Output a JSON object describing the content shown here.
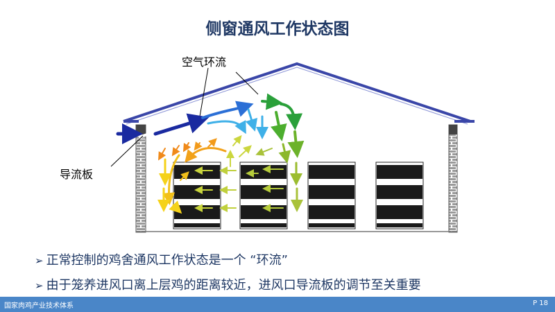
{
  "slide": {
    "title": "侧窗通风工作状态图",
    "callouts": {
      "airflow": "空气环流",
      "deflector": "导流板"
    },
    "bullets": [
      "正常控制的鸡舍通风工作状态是一个 “环流”",
      "由于笼养进风口离上层鸡的距离较近，进风口导流板的调节至关重要"
    ],
    "footer": {
      "org": "国家肉鸡产业技术体系",
      "page": "P 18"
    }
  },
  "colors": {
    "title": "#1f3864",
    "roof": "#3a46a8",
    "footer": "#4a86c8",
    "cage": "#1a1a1a",
    "wall": "#888888"
  }
}
